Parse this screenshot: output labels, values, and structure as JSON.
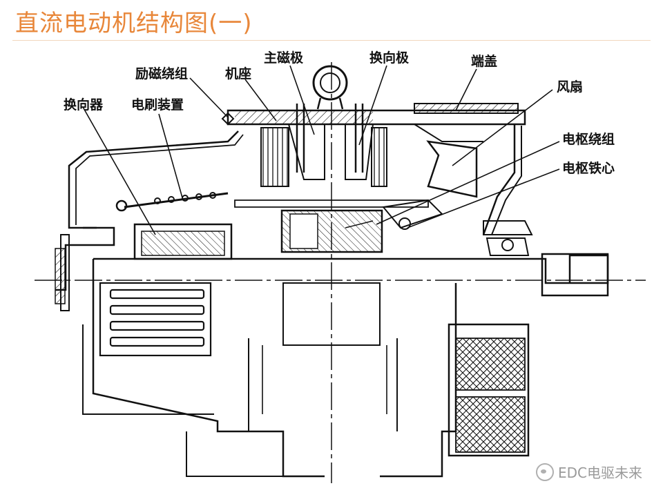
{
  "title": "直流电动机结构图(一)",
  "labels": {
    "excitation_winding": "励磁绕组",
    "frame": "机座",
    "main_pole": "主磁极",
    "commutating_pole": "换向极",
    "end_cover": "端盖",
    "fan": "风扇",
    "commutator": "换向器",
    "brush_gear": "电刷装置",
    "armature_winding": "电枢绕组",
    "armature_core": "电枢铁心"
  },
  "watermark": "EDC电驱未来",
  "colors": {
    "title": "#e8873a",
    "line": "#111111",
    "watermark": "#9a9a9a"
  }
}
